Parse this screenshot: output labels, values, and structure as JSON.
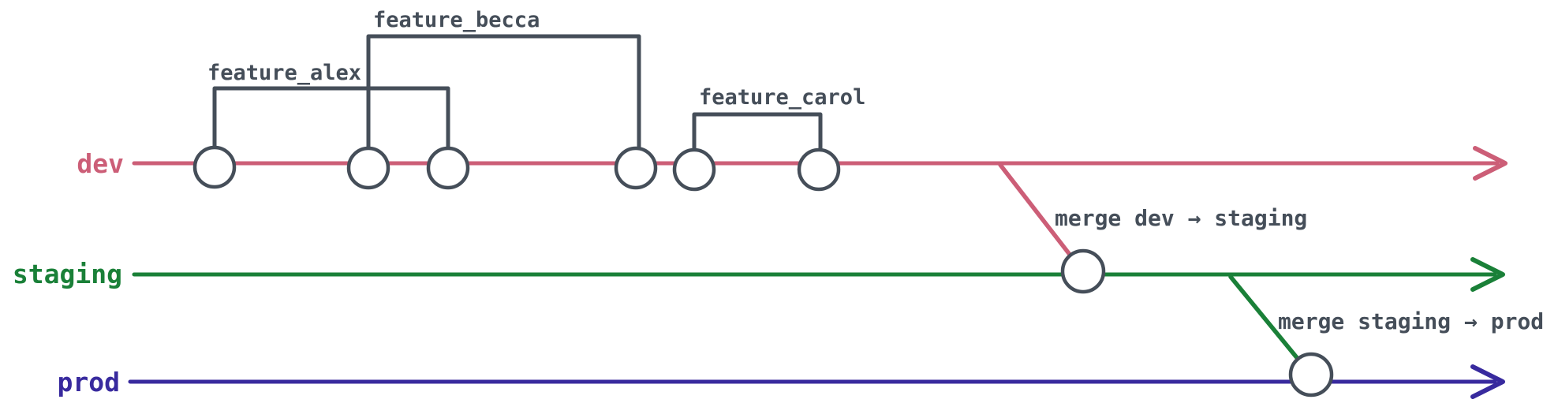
{
  "diagram": {
    "type": "git-branching-flow",
    "background": "#ffffff",
    "ink_color": "#454e59",
    "commit_fill": "#ffffff",
    "branches": {
      "dev": {
        "label": "dev",
        "color": "#cc5e77",
        "commit_count": 6
      },
      "staging": {
        "label": "staging",
        "color": "#1a8038",
        "commit_count": 1
      },
      "prod": {
        "label": "prod",
        "color": "#382a9e",
        "commit_count": 1
      }
    },
    "feature_brackets": {
      "alex": {
        "label": "feature_alex"
      },
      "becca": {
        "label": "feature_becca"
      },
      "carol": {
        "label": "feature_carol"
      }
    },
    "merges": {
      "dev_to_staging": {
        "label": "merge dev → staging"
      },
      "staging_to_prod": {
        "label": "merge staging → prod"
      }
    }
  }
}
